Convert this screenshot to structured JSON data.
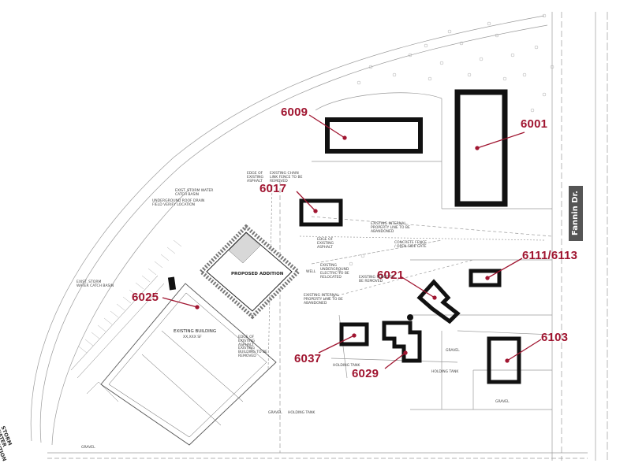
{
  "colors": {
    "accent": "#a01530",
    "outline": "#111111",
    "linework": "#888888"
  },
  "buildings": [
    {
      "id": "6009",
      "label": "6009"
    },
    {
      "id": "6001",
      "label": "6001"
    },
    {
      "id": "6017",
      "label": "6017"
    },
    {
      "id": "6111-6113",
      "label": "6111/6113"
    },
    {
      "id": "6021",
      "label": "6021"
    },
    {
      "id": "6025",
      "label": "6025"
    },
    {
      "id": "6037",
      "label": "6037"
    },
    {
      "id": "6029",
      "label": "6029"
    },
    {
      "id": "6103",
      "label": "6103"
    }
  ],
  "road_name": "Fannin Dr.",
  "storm_area": {
    "line1": "STORM",
    "line2": "WATER",
    "line3": "DETENTION"
  },
  "plan_labels": {
    "proposed_addition": "PROPOSED ADDITION",
    "existing_building": "EXISTING BUILDING",
    "existing_building_sub": "XX,XXX SF",
    "holding_tank_1": "HOLDING TANK",
    "holding_tank_2": "HOLDING TANK",
    "holding_tank_3": "HOLDING TANK",
    "gravel_1": "GRAVEL",
    "gravel_2": "GRAVEL",
    "gravel_3": "GRAVEL",
    "gravel_4": "GRAVEL",
    "note_edge_asphalt_1": "EDGE OF EXISTING ASPHALT",
    "note_chain_link": "EXISTING CHAIN LINK FENCE TO BE REMOVED",
    "note_storm_drain_1": "EXIST. STORM WATER CATCH BASIN",
    "note_underground": "UNDERGROUND ROOF DRAIN FIELD VERIFY LOCATION",
    "note_edge_asphalt_2": "EDGE OF EXISTING ASPHALT",
    "note_internal_line": "EXISTING INTERNAL PROPERTY LINE TO BE ABANDONED",
    "note_concrete_fence": "CONCRETE FENCE / OPEN SIDE GATE",
    "note_underground_elec": "EXISTING UNDERGROUND ELECTRIC TO BE RELOCATED",
    "note_fence_removed": "EXISTING FENCE TO BE REMOVED",
    "note_internal_line_2": "EXISTING INTERNAL PROPERTY LINE TO BE ABANDONED",
    "note_edge_asphalt_3": "EDGE OF EXISTING ASPHALT",
    "note_building_removed": "EXISTING BUILDING TO BE REMOVED",
    "note_storm_drain_2": "EXIST. STORM WATER CATCH BASIN",
    "note_well": "WELL"
  }
}
